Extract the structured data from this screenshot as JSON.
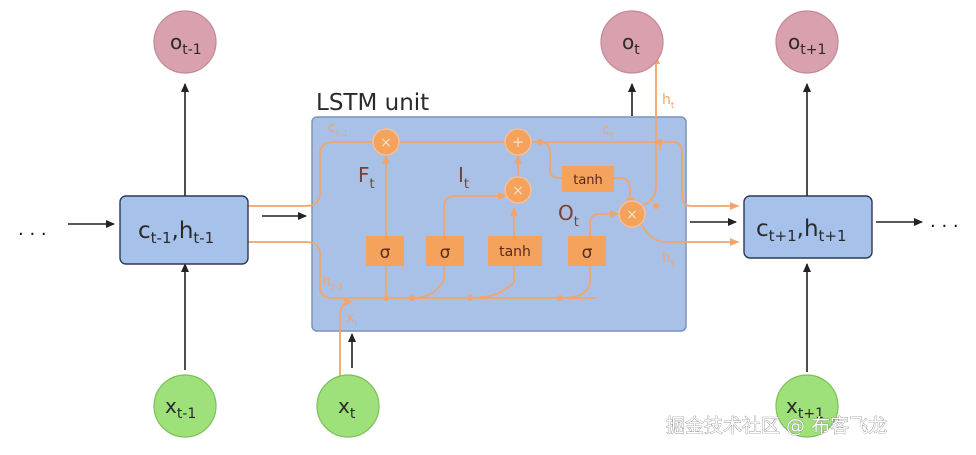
{
  "unit_title": "LSTM unit",
  "ellipsis_left": "· · ·",
  "ellipsis_right": "· · ·",
  "watermark": "掘金技术社区 @ 布客飞龙",
  "colors": {
    "output_node": "#d9a0ae",
    "input_node": "#9ee07a",
    "state_box": "#a6c2ea",
    "unit_bg": "#a9c1e6",
    "flow": "#f2a56a",
    "gate": "#f5a25c"
  },
  "outputs": [
    {
      "base": "o",
      "sub": "t-1"
    },
    {
      "base": "o",
      "sub": "t"
    },
    {
      "base": "o",
      "sub": "t+1"
    }
  ],
  "inputs": [
    {
      "base": "x",
      "sub": "t-1"
    },
    {
      "base": "x",
      "sub": "t"
    },
    {
      "base": "x",
      "sub": "t+1"
    }
  ],
  "state_left": {
    "c": "c",
    "c_sub": "t-1",
    "sep": ",",
    "h": "h",
    "h_sub": "t-1"
  },
  "state_right": {
    "c": "c",
    "c_sub": "t+1",
    "sep": ",",
    "h": "h",
    "h_sub": "t+1"
  },
  "gates": {
    "forget": "σ",
    "input": "σ",
    "candidate": "tanh",
    "output": "σ",
    "cell_tanh": "tanh"
  },
  "gate_labels": {
    "forget": {
      "base": "F",
      "sub": "t"
    },
    "input": {
      "base": "I",
      "sub": "t"
    },
    "output": {
      "base": "O",
      "sub": "t"
    }
  },
  "flow_labels": {
    "c_prev": {
      "base": "c",
      "sub": "t-1"
    },
    "h_prev": {
      "base": "h",
      "sub": "t-1"
    },
    "x_t": {
      "base": "x",
      "sub": "t"
    },
    "c_t": {
      "base": "c",
      "sub": "t"
    },
    "h_t_top": {
      "base": "h",
      "sub": "t"
    },
    "h_t_right": {
      "base": "h",
      "sub": "t"
    }
  }
}
